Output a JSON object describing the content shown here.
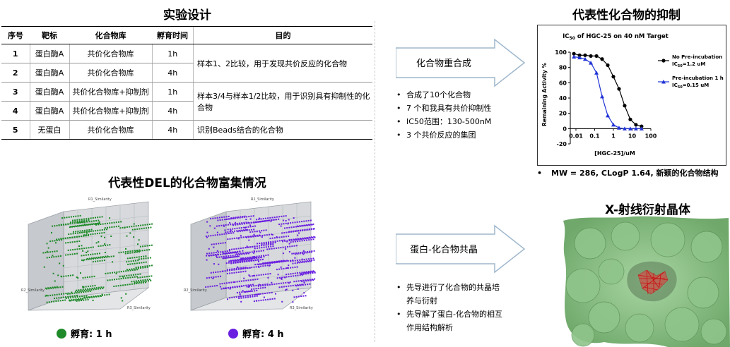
{
  "left": {
    "table_title": "实验设计",
    "table": {
      "headers": [
        "序号",
        "靶标",
        "化合物库",
        "孵育时间",
        "目的"
      ],
      "rows": [
        [
          "1",
          "蛋白酶A",
          "共价化合物库",
          "1h"
        ],
        [
          "2",
          "蛋白酶A",
          "共价化合物库",
          "4h"
        ],
        [
          "3",
          "蛋白酶A",
          "共价化合物库+抑制剂",
          "1h"
        ],
        [
          "4",
          "蛋白酶A",
          "共价化合物库+抑制剂",
          "4h"
        ],
        [
          "5",
          "无蛋白",
          "共价化合物库",
          "4h"
        ]
      ],
      "purposes": [
        "样本1、2比较，用于发现共价反应的化合物",
        "样本3/4与样本1/2比较，用于识别具有抑制性的化合物",
        "识别Beads结合的化合物"
      ]
    },
    "del_title": "代表性DEL的化合物富集情况",
    "legend_1h": "孵育: 1 h",
    "legend_4h": "孵育: 4 h",
    "cube_axis_label_1": "R1_Similarity",
    "cube_axis_label_2": "R2_Similarity",
    "cube_axis_label_3": "R3_Similarity",
    "colors": {
      "green": "#1f8a2a",
      "purple": "#6a1fe0"
    }
  },
  "middle": {
    "arrow1_label": "化合物重合成",
    "bullets1": [
      "合成了10个化合物",
      "7 个和我具有共价抑制性",
      "IC50范围：130-500nM",
      "3 个共价反应的集团"
    ],
    "arrow2_label": "蛋白-化合物共晶",
    "bullets2": [
      "先导进行了化合物的共晶培养与衍射",
      "先导解了蛋白-化合物的相互作用结构解析"
    ]
  },
  "right": {
    "title": "代表性化合物的抑制",
    "note": "MW = 286,  CLogP 1.64, 新颖的化合物结构",
    "xray_title": "X-射线衍射晶体",
    "protein_color": "#8fc48a"
  },
  "chart_data": {
    "type": "line",
    "title_prefix": "IC",
    "title_sub": "50",
    "title_rest": " of HGC-25 on 40 nM Target",
    "xlabel": "[HGC-25]/uM",
    "ylabel": "Remaining Activity %",
    "xscale": "log",
    "xlim": [
      0.005,
      100
    ],
    "ylim": [
      -20,
      100
    ],
    "xticks": [
      0.01,
      0.1,
      1,
      10,
      100
    ],
    "xtick_labels": [
      "0.01",
      "0.1",
      "1",
      "10",
      "100"
    ],
    "yticks": [
      -20,
      0,
      20,
      40,
      60,
      80,
      100
    ],
    "series": [
      {
        "name": "No Pre-incubation",
        "ic50_label": "=1.2 uM",
        "color": "#000000",
        "marker": "circle",
        "x": [
          0.0078,
          0.0156,
          0.031,
          0.0625,
          0.125,
          0.25,
          0.5,
          1,
          2,
          4,
          8,
          16,
          32
        ],
        "y": [
          98,
          96,
          96,
          95,
          95,
          91,
          83,
          68,
          52,
          30,
          12,
          5,
          3
        ]
      },
      {
        "name": "Pre-incubation 1 h",
        "ic50_label": "=0.15 uM",
        "color": "#1f33d6",
        "marker": "triangle",
        "x": [
          0.0078,
          0.0156,
          0.031,
          0.0625,
          0.125,
          0.25,
          0.5,
          1,
          2,
          4,
          8,
          16,
          32
        ],
        "y": [
          94,
          93,
          91,
          86,
          73,
          42,
          17,
          5,
          1,
          0,
          0,
          0,
          0
        ]
      }
    ]
  }
}
